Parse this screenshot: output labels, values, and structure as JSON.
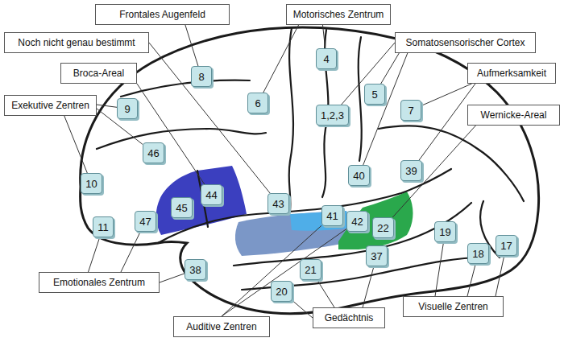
{
  "diagram": {
    "nodes": [
      {
        "text": [
          "Frontales Augenfeld"
        ]
      },
      {
        "text": [
          "Motorisches Zentrum"
        ]
      },
      {
        "text": [
          "Noch nicht genau bestimmt"
        ]
      },
      {
        "text": [
          "Somatosensorischer Cortex"
        ]
      },
      {
        "text": [
          "Broca-Areal"
        ]
      },
      {
        "text": [
          "Aufmerksamkeit"
        ]
      },
      {
        "text": [
          "Exekutive Zentren"
        ]
      },
      {
        "text": [
          "Wernicke-Areal"
        ]
      },
      {
        "text": [
          "4"
        ]
      },
      {
        "text": [
          "8"
        ]
      },
      {
        "text": [
          "5"
        ]
      },
      {
        "text": [
          "9"
        ]
      },
      {
        "text": [
          "6"
        ]
      },
      {
        "text": [
          "1,2,3"
        ]
      },
      {
        "text": [
          "7"
        ]
      },
      {
        "text": [
          "46"
        ]
      },
      {
        "text": [
          "39"
        ]
      },
      {
        "text": [
          "40"
        ]
      },
      {
        "text": [
          "10"
        ]
      },
      {
        "text": [
          "44"
        ]
      },
      {
        "text": [
          "43"
        ]
      },
      {
        "text": [
          "45"
        ]
      },
      {
        "text": [
          "41"
        ]
      },
      {
        "text": [
          "42"
        ]
      },
      {
        "text": [
          "22"
        ]
      },
      {
        "text": [
          "47"
        ]
      },
      {
        "text": [
          "11"
        ]
      },
      {
        "text": [
          "19"
        ]
      },
      {
        "text": [
          "37"
        ]
      },
      {
        "text": [
          "17"
        ]
      },
      {
        "text": [
          "18"
        ]
      },
      {
        "text": [
          "21"
        ]
      },
      {
        "text": [
          "38"
        ]
      },
      {
        "text": [
          "20"
        ]
      },
      {
        "text": [
          "Emotionales Zentrum"
        ]
      },
      {
        "text": [
          "Visuelle Zentren"
        ]
      },
      {
        "text": [
          "Gedächtnis"
        ]
      },
      {
        "text": [
          "Auditive Zentren"
        ]
      }
    ],
    "edges": [
      {
        "from": 0,
        "to": 9,
        "arrow": "none"
      },
      {
        "from": 1,
        "to": 8,
        "arrow": "none"
      },
      {
        "from": 1,
        "to": 12,
        "arrow": "none"
      },
      {
        "from": 2,
        "to": 20,
        "arrow": "none"
      },
      {
        "from": 3,
        "to": 13,
        "arrow": "none"
      },
      {
        "from": 3,
        "to": 10,
        "arrow": "none"
      },
      {
        "from": 3,
        "to": 17,
        "arrow": "none"
      },
      {
        "from": 4,
        "to": 19,
        "arrow": "none"
      },
      {
        "from": 5,
        "to": 14,
        "arrow": "none"
      },
      {
        "from": 5,
        "to": 16,
        "arrow": "none"
      },
      {
        "from": 6,
        "to": 11,
        "arrow": "none"
      },
      {
        "from": 6,
        "to": 15,
        "arrow": "none"
      },
      {
        "from": 6,
        "to": 18,
        "arrow": "none"
      },
      {
        "from": 7,
        "to": 24,
        "arrow": "none"
      },
      {
        "from": 34,
        "to": 26,
        "arrow": "none"
      },
      {
        "from": 34,
        "to": 25,
        "arrow": "none"
      },
      {
        "from": 34,
        "to": 32,
        "arrow": "none"
      },
      {
        "from": 35,
        "to": 27,
        "arrow": "none"
      },
      {
        "from": 35,
        "to": 30,
        "arrow": "none"
      },
      {
        "from": 35,
        "to": 29,
        "arrow": "none"
      },
      {
        "from": 36,
        "to": 31,
        "arrow": "none"
      },
      {
        "from": 36,
        "to": 28,
        "arrow": "none"
      },
      {
        "from": 36,
        "to": 33,
        "arrow": "none"
      },
      {
        "from": 37,
        "to": 22,
        "arrow": "none"
      },
      {
        "from": 37,
        "to": 23,
        "arrow": "none"
      }
    ]
  }
}
